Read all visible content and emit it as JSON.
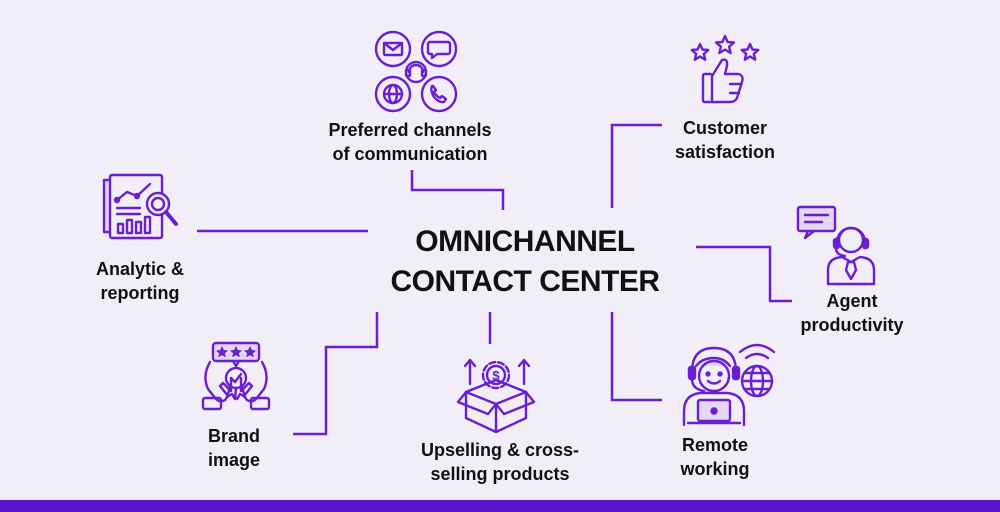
{
  "center": {
    "line1": "OMNICHANNEL",
    "line2": "CONTACT CENTER"
  },
  "nodes": {
    "channels": {
      "line1": "Preferred channels",
      "line2": "of communication",
      "icon": "communication-channels-icon"
    },
    "satisfaction": {
      "line1": "Customer",
      "line2": "satisfaction",
      "icon": "thumbs-up-stars-icon"
    },
    "analytics": {
      "line1": "Analytic &",
      "line2": "reporting",
      "icon": "report-magnifier-icon"
    },
    "productivity": {
      "line1": "Agent",
      "line2": "productivity",
      "icon": "agent-headset-icon"
    },
    "brand": {
      "line1": "Brand",
      "line2": "image",
      "icon": "hands-award-icon"
    },
    "upselling": {
      "line1": "Upselling & cross-",
      "line2": "selling products",
      "icon": "box-dollar-gear-icon"
    },
    "remote": {
      "line1": "Remote",
      "line2": "working",
      "icon": "remote-worker-icon"
    }
  },
  "colors": {
    "accent": "#6a1fd1",
    "bar": "#5b13c9",
    "background": "#f1eef8",
    "text": "#111111"
  }
}
